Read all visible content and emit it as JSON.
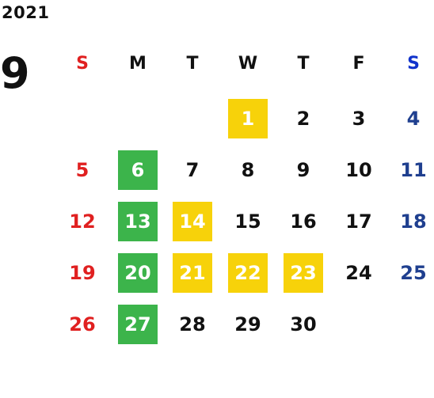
{
  "calendar": {
    "year": "2021",
    "month": "9",
    "weekdays": [
      "S",
      "M",
      "T",
      "W",
      "T",
      "F",
      "S"
    ],
    "colors": {
      "sunday": "#e02020",
      "saturday": "#1f3f8f",
      "green_highlight": "#3cb44b",
      "yellow_highlight": "#f7d20a",
      "text": "#111111"
    },
    "weeks": [
      [
        null,
        null,
        null,
        {
          "day": "1",
          "mark": "yellow"
        },
        {
          "day": "2"
        },
        {
          "day": "3"
        },
        {
          "day": "4"
        }
      ],
      [
        {
          "day": "5"
        },
        {
          "day": "6",
          "mark": "green"
        },
        {
          "day": "7"
        },
        {
          "day": "8"
        },
        {
          "day": "9"
        },
        {
          "day": "10"
        },
        {
          "day": "11"
        }
      ],
      [
        {
          "day": "12"
        },
        {
          "day": "13",
          "mark": "green"
        },
        {
          "day": "14",
          "mark": "yellow"
        },
        {
          "day": "15"
        },
        {
          "day": "16"
        },
        {
          "day": "17"
        },
        {
          "day": "18"
        }
      ],
      [
        {
          "day": "19"
        },
        {
          "day": "20",
          "mark": "green"
        },
        {
          "day": "21",
          "mark": "yellow"
        },
        {
          "day": "22",
          "mark": "yellow"
        },
        {
          "day": "23",
          "mark": "yellow"
        },
        {
          "day": "24"
        },
        {
          "day": "25"
        }
      ],
      [
        {
          "day": "26"
        },
        {
          "day": "27",
          "mark": "green"
        },
        {
          "day": "28"
        },
        {
          "day": "29"
        },
        {
          "day": "30"
        },
        null,
        null
      ]
    ]
  }
}
